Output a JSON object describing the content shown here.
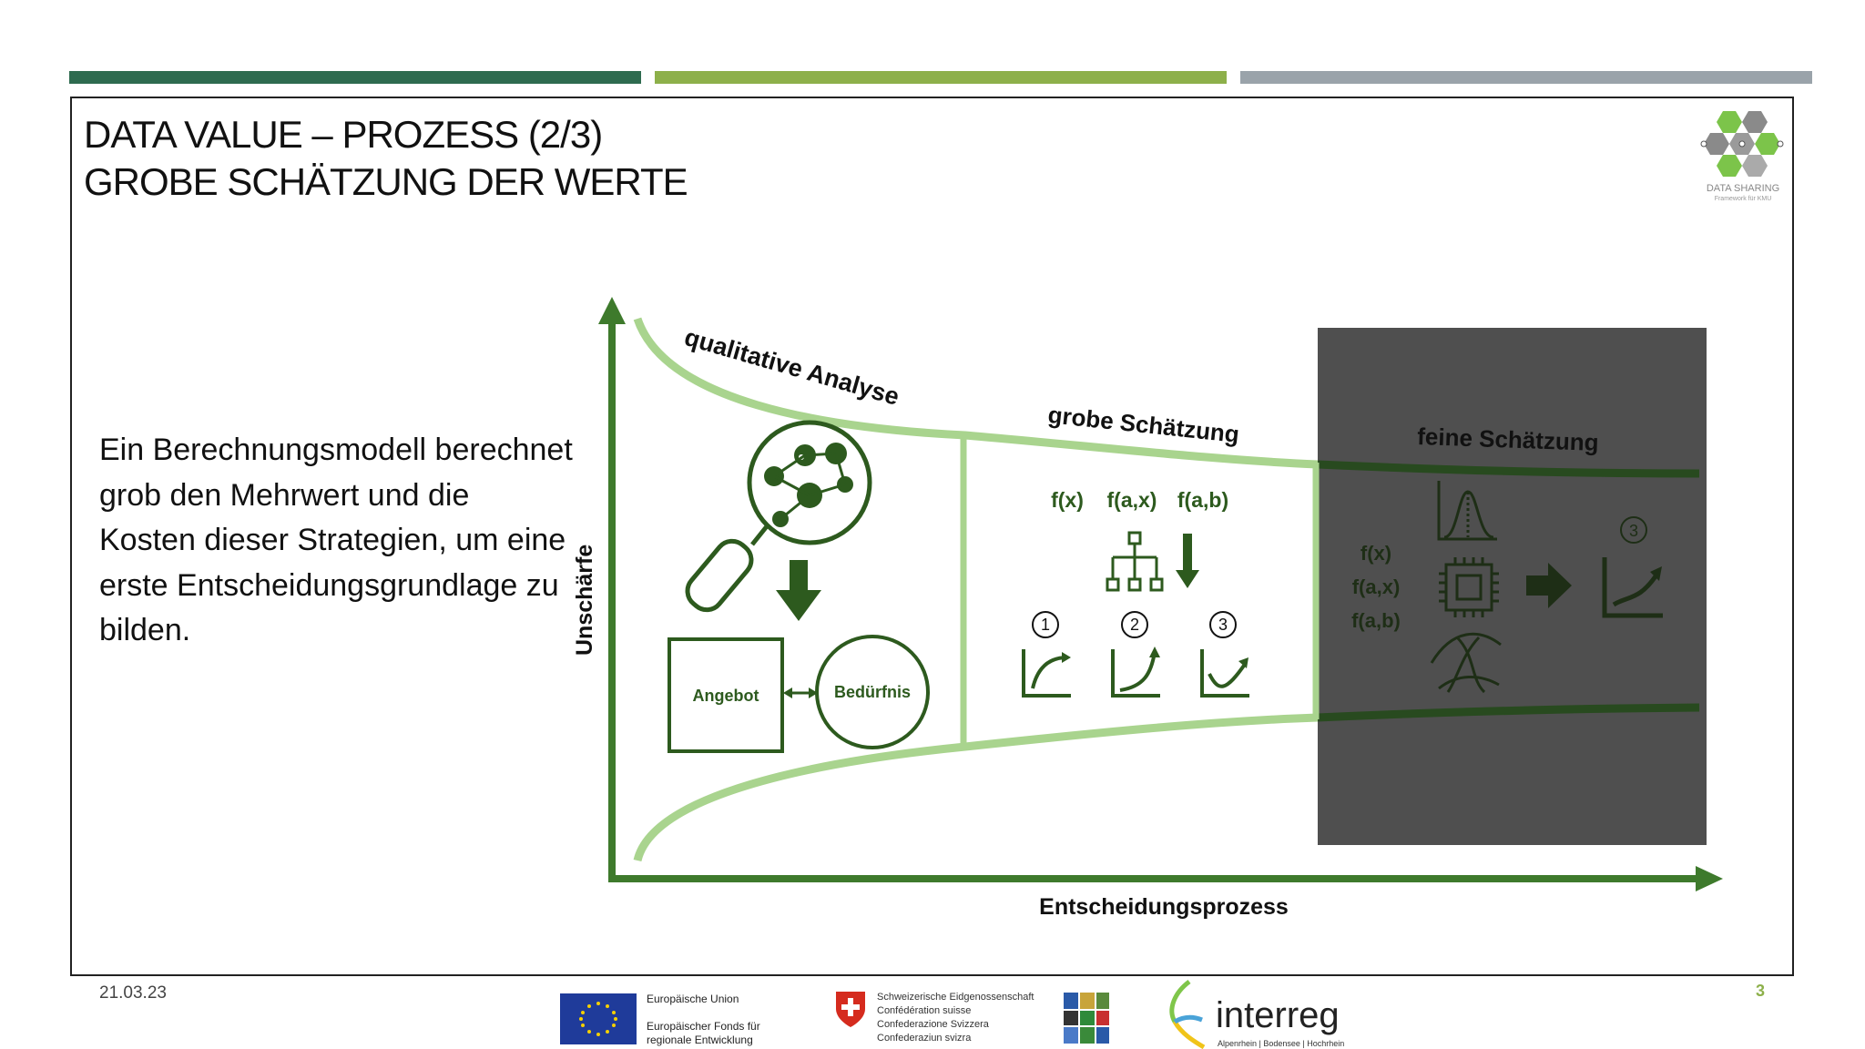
{
  "slide": {
    "title_line1": "DATA VALUE – PROZESS (2/3)",
    "title_line2": "GROBE SCHÄTZUNG DER WERTE",
    "body": "Ein Berechnungsmodell berechnet grob den Mehrwert und die Kosten dieser Strategien, um eine erste Entscheidungsgrundlage zu bilden.",
    "date": "21.03.23",
    "page_number": "3"
  },
  "colors": {
    "dark_green": "#2e6b4f",
    "light_green": "#8db04a",
    "grey": "#9aa3aa",
    "axis_green": "#3e7a2c",
    "curve_light": "#a9d48e",
    "dark_box": "#4f4f4f"
  },
  "logo": {
    "line1": "DATA SHARING",
    "line2": "Framework für KMU"
  },
  "diagram": {
    "y_axis_label": "Unschärfe",
    "x_axis_label": "Entscheidungsprozess",
    "phase1_label": "qualitative Analyse",
    "phase2_label": "grobe Schätzung",
    "phase3_label": "feine Schätzung",
    "angebot": "Angebot",
    "beduerfnis": "Bedürfnis",
    "functions": [
      "f(x)",
      "f(a,x)",
      "f(a,b)"
    ],
    "steps": [
      "1",
      "2",
      "3"
    ],
    "fine_step": "3",
    "icons": [
      "network-magnifier-icon",
      "down-arrow-icon",
      "hierarchy-icon",
      "growth-curve-icon",
      "bell-curve-icon",
      "cpu-icon",
      "shuffle-icon",
      "right-arrow-icon"
    ]
  },
  "footer": {
    "eu_line1": "Europäische Union",
    "eu_line2": "Europäischer Fonds für",
    "eu_line3": "regionale Entwicklung",
    "ch_line1": "Schweizerische Eidgenossenschaft",
    "ch_line2": "Confédération suisse",
    "ch_line3": "Confederazione Svizzera",
    "ch_line4": "Confederaziun svizra",
    "interreg": "interreg",
    "interreg_sub": "Alpenrhein | Bodensee | Hochrhein"
  }
}
